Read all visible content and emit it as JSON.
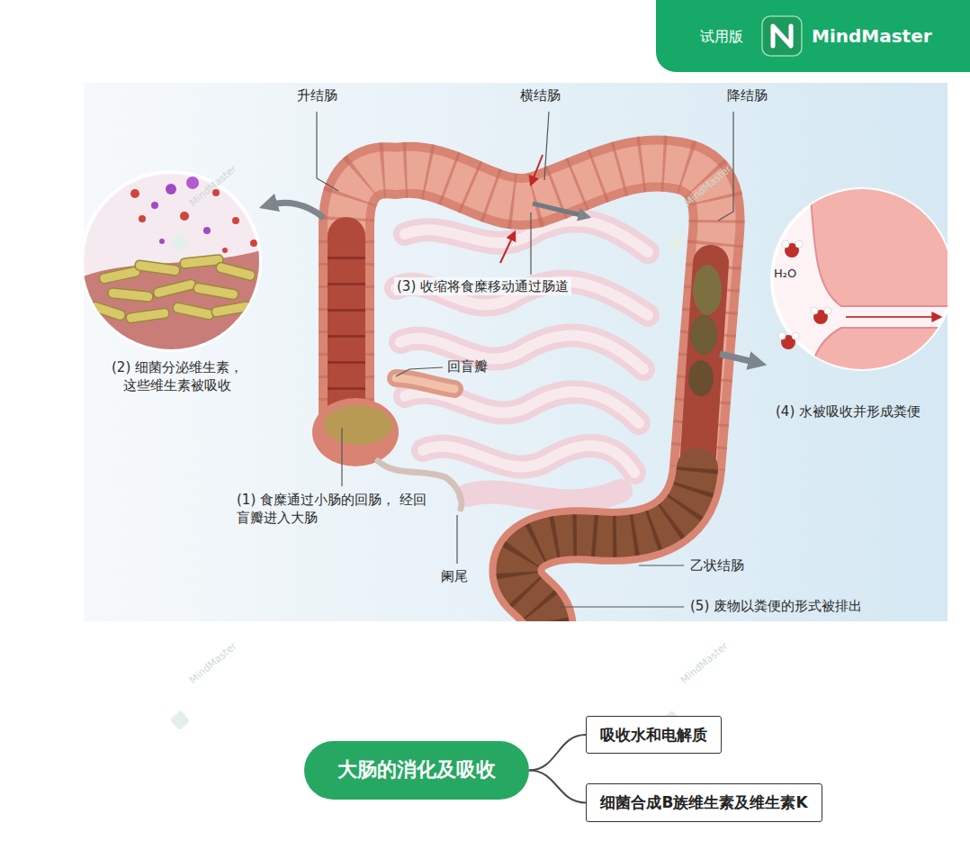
{
  "diagram": {
    "nodes": [
      {
        "text": [
          "试用版",
          "MindMaster"
        ]
      },
      {
        "text": [
          "大肠的消化及吸收"
        ]
      },
      {
        "text": [
          "吸收水和电解质"
        ]
      },
      {
        "text": [
          "细菌合成B族维生素及维生素K"
        ]
      }
    ],
    "edges": [
      {
        "from": 1,
        "to": 2,
        "arrow": "none"
      },
      {
        "from": 1,
        "to": 3,
        "arrow": "none"
      }
    ],
    "labels": [
      "升结肠",
      "横结肠",
      "降结肠",
      "H₂O",
      "(3) 收缩将食糜移动通过肠道",
      "(2) 细菌分泌维生素， 这些维生素被吸收",
      "回盲瓣",
      "(4) 水被吸收并形成粪便",
      "(1) 食糜通过小肠的回肠， 经回盲瓣进入大肠",
      "阑尾",
      "乙状结肠",
      "(5) 废物以粪便的形式被排出",
      "MindMaster",
      "MindMaster",
      "MindMaster",
      "MindMaster"
    ]
  }
}
